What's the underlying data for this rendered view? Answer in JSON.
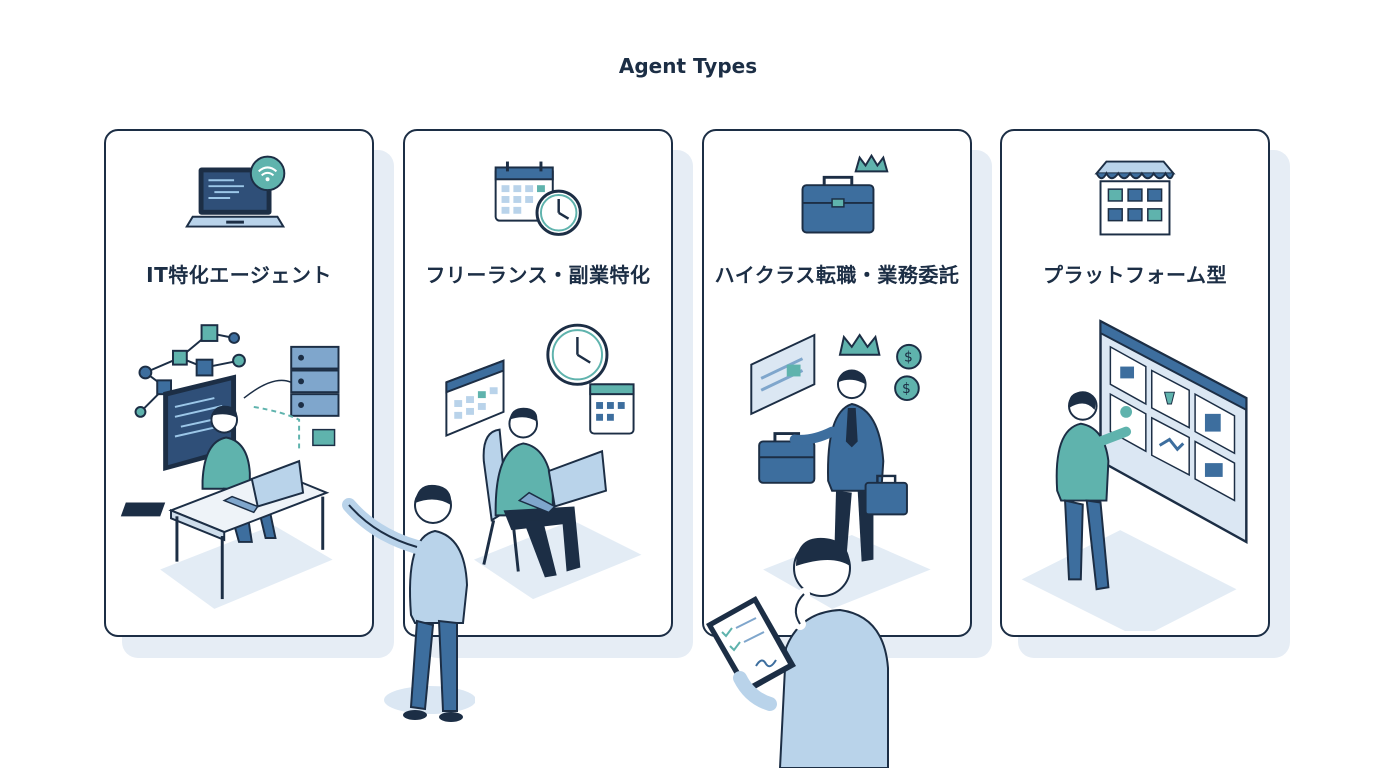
{
  "page": {
    "title": "Agent Types"
  },
  "cards": [
    {
      "label": "IT特化エージェント",
      "icon": "laptop-wifi-icon"
    },
    {
      "label": "フリーランス・副業特化",
      "icon": "calendar-clock-icon"
    },
    {
      "label": "ハイクラス転職・業務委託",
      "icon": "briefcase-crown-icon"
    },
    {
      "label": "プラットフォーム型",
      "icon": "storefront-grid-icon"
    }
  ],
  "colors": {
    "navy": "#1c2e45",
    "teal": "#5fb3ad",
    "blue": "#3d6e9e",
    "light_blue": "#b9d3ea",
    "shadow": "#e6edf5"
  }
}
